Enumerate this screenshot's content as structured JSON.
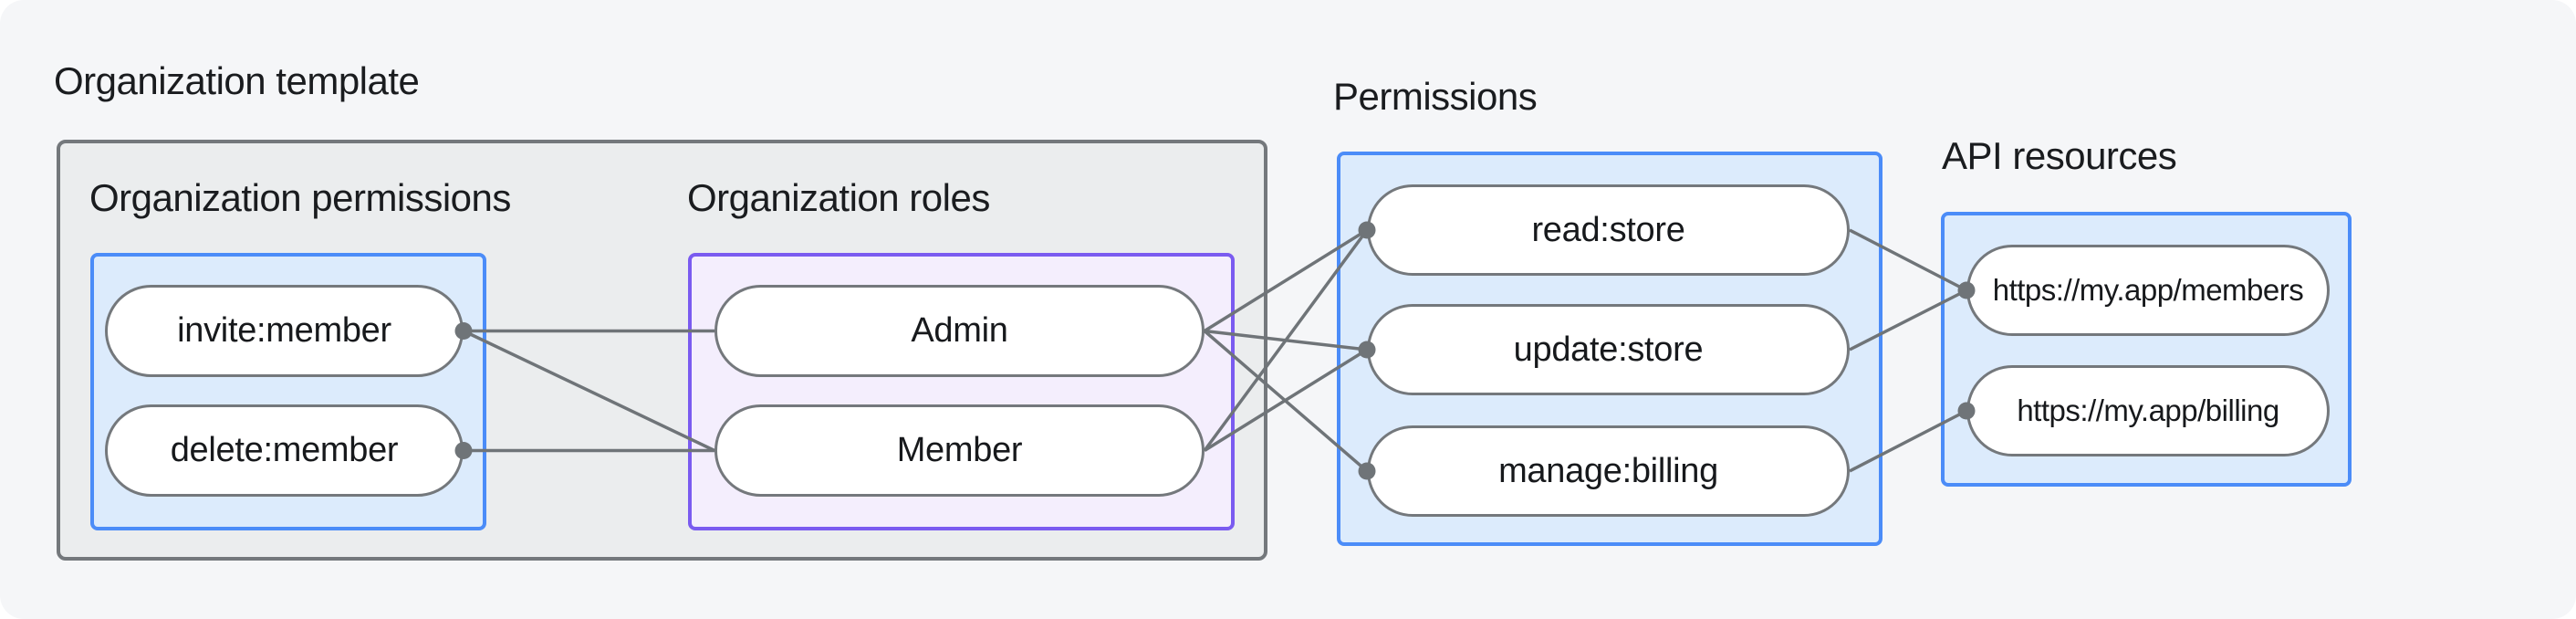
{
  "labels": {
    "org_template": "Organization template",
    "org_permissions": "Organization permissions",
    "org_roles": "Organization roles",
    "permissions": "Permissions",
    "api_resources": "API resources"
  },
  "nodes": {
    "invite_member": {
      "label": "invite:member"
    },
    "delete_member": {
      "label": "delete:member"
    },
    "admin": {
      "label": "Admin"
    },
    "member": {
      "label": "Member"
    },
    "read_store": {
      "label": "read:store"
    },
    "update_store": {
      "label": "update:store"
    },
    "manage_billing": {
      "label": "manage:billing"
    },
    "members_api": {
      "label": "https://my.app/members"
    },
    "billing_api": {
      "label": "https://my.app/billing"
    }
  },
  "edges": [
    {
      "from": "invite_member",
      "to": "admin"
    },
    {
      "from": "invite_member",
      "to": "member"
    },
    {
      "from": "delete_member",
      "to": "member"
    },
    {
      "from": "admin",
      "to": "read_store"
    },
    {
      "from": "admin",
      "to": "update_store"
    },
    {
      "from": "admin",
      "to": "manage_billing"
    },
    {
      "from": "member",
      "to": "read_store"
    },
    {
      "from": "member",
      "to": "update_store"
    },
    {
      "from": "read_store",
      "to": "members_api"
    },
    {
      "from": "update_store",
      "to": "members_api"
    },
    {
      "from": "manage_billing",
      "to": "billing_api"
    }
  ],
  "dots": [
    {
      "node": "invite_member",
      "side": "right"
    },
    {
      "node": "delete_member",
      "side": "right"
    },
    {
      "node": "read_store",
      "side": "left"
    },
    {
      "node": "update_store",
      "side": "left"
    },
    {
      "node": "manage_billing",
      "side": "left"
    },
    {
      "node": "members_api",
      "side": "left"
    },
    {
      "node": "billing_api",
      "side": "left"
    }
  ],
  "colors": {
    "page_bg": "#f5f6f8",
    "panel_gray_fill": "#ebedee",
    "panel_gray_border": "#74787c",
    "panel_blue_fill": "#dcebfc",
    "panel_blue_border": "#4b8cf8",
    "panel_purple_fill": "#f4eefd",
    "panel_purple_border": "#7a5bf0",
    "pill_fill": "#ffffff",
    "pill_border": "#74787c",
    "line": "#6f7478",
    "text": "#17191c"
  }
}
